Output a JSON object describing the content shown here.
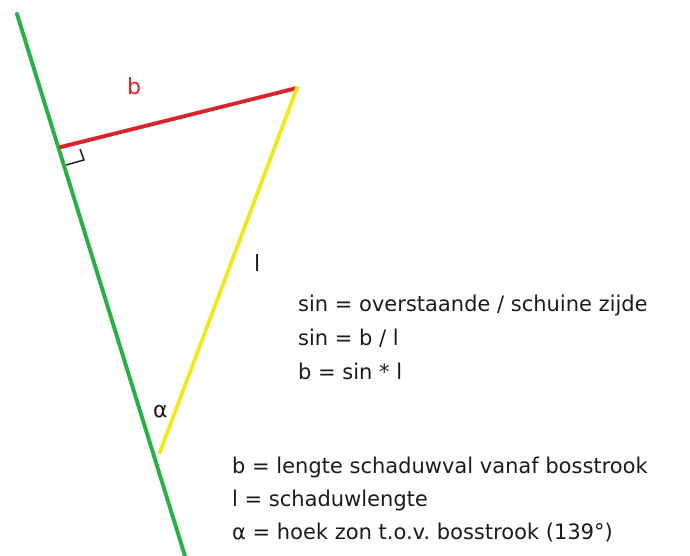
{
  "diagram": {
    "labels": {
      "b": "b",
      "l": "l",
      "alpha": "α"
    },
    "formulas": [
      "sin = overstaande / schuine zijde",
      "sin = b / l",
      "b = sin * l"
    ],
    "legend": [
      "b = lengte schaduwval vanaf bosstrook",
      "l = schaduwlengte",
      "α = hoek zon t.o.v. bosstrook (139°)"
    ],
    "colors": {
      "forest_edge": "#27b043",
      "shadow_offset": "#d8232a",
      "shadow_length": "#f2e820",
      "label_b": "#d8232a",
      "text": "#1a1a1a"
    }
  }
}
